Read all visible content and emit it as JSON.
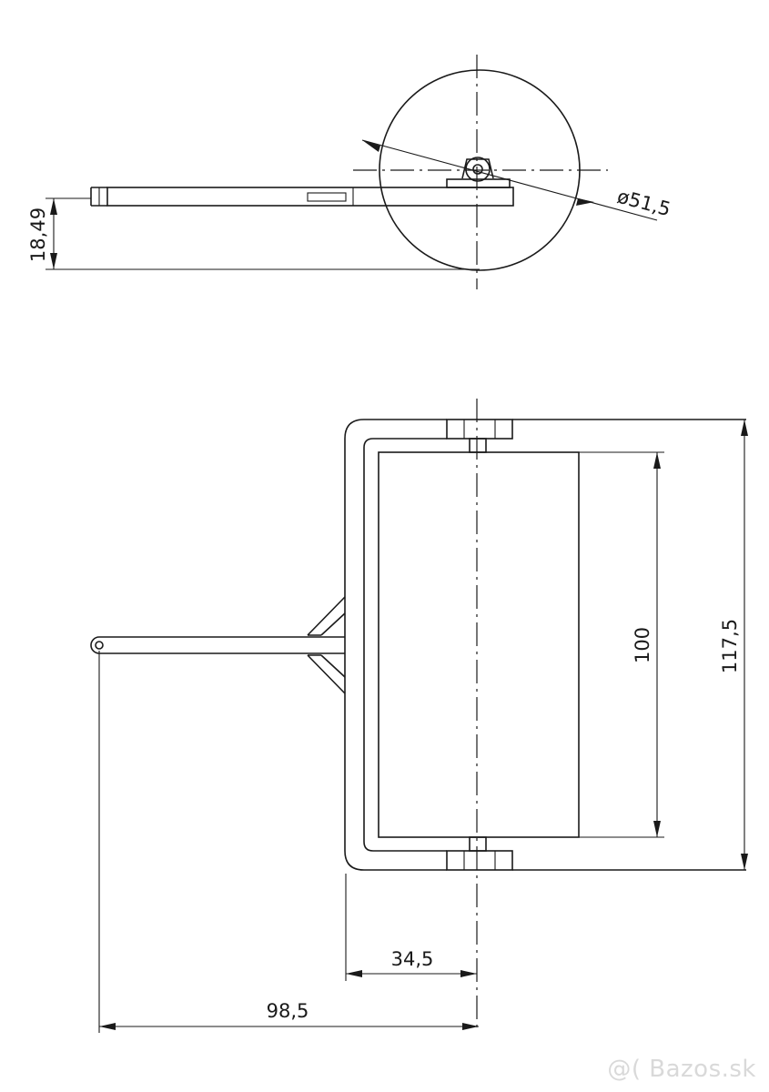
{
  "dimensions": {
    "wheel_diameter": "ø51,5",
    "side_height": "18,49",
    "roller_width": "100",
    "overall_width": "117,5",
    "frame_to_axle": "34,5",
    "handle_to_axle": "98,5"
  },
  "watermark": "@( Bazos.sk"
}
